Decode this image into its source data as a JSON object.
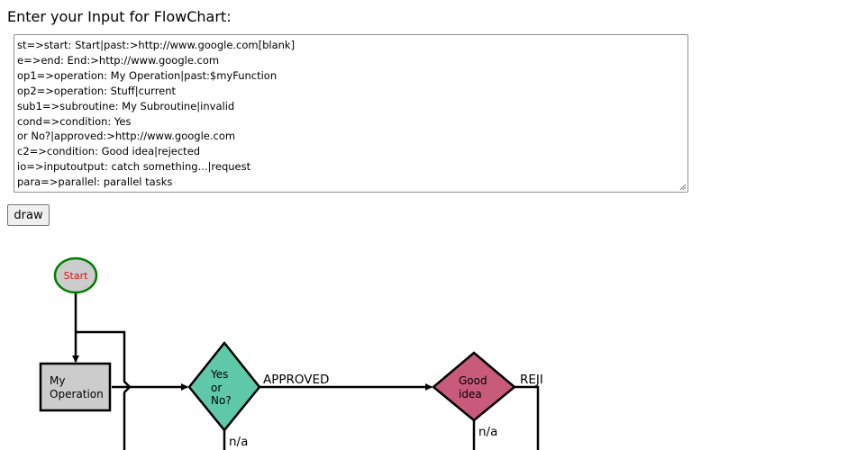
{
  "page": {
    "heading": "Enter your Input for FlowChart:",
    "input_lines": [
      "st=>start: Start|past:>http://www.google.com[blank]",
      "e=>end: End:>http://www.google.com",
      "op1=>operation: My Operation|past:$myFunction",
      "op2=>operation: Stuff|current",
      "sub1=>subroutine: My Subroutine|invalid",
      "cond=>condition: Yes",
      "or No?|approved:>http://www.google.com",
      "c2=>condition: Good idea|rejected",
      "io=>inputoutput: catch something...|request",
      "para=>parallel: parallel tasks"
    ],
    "draw_label": "draw"
  },
  "flowchart": {
    "start": {
      "label": "Start",
      "fill": "#cccccc",
      "stroke": "#007f00",
      "text_color": "#e01010"
    },
    "op1": {
      "label_lines": [
        "My",
        "Operation"
      ],
      "fill": "#cccccc"
    },
    "cond": {
      "label_lines": [
        "Yes",
        "or",
        "No?"
      ],
      "fill": "#5fc8a8"
    },
    "c2": {
      "label_lines": [
        "Good",
        "idea"
      ],
      "fill": "#c85a7a"
    },
    "edge_labels": {
      "approved": "APPROVED",
      "cond_no": "n/a",
      "c2_no": "n/a",
      "rejected_partial": "REJI"
    }
  }
}
